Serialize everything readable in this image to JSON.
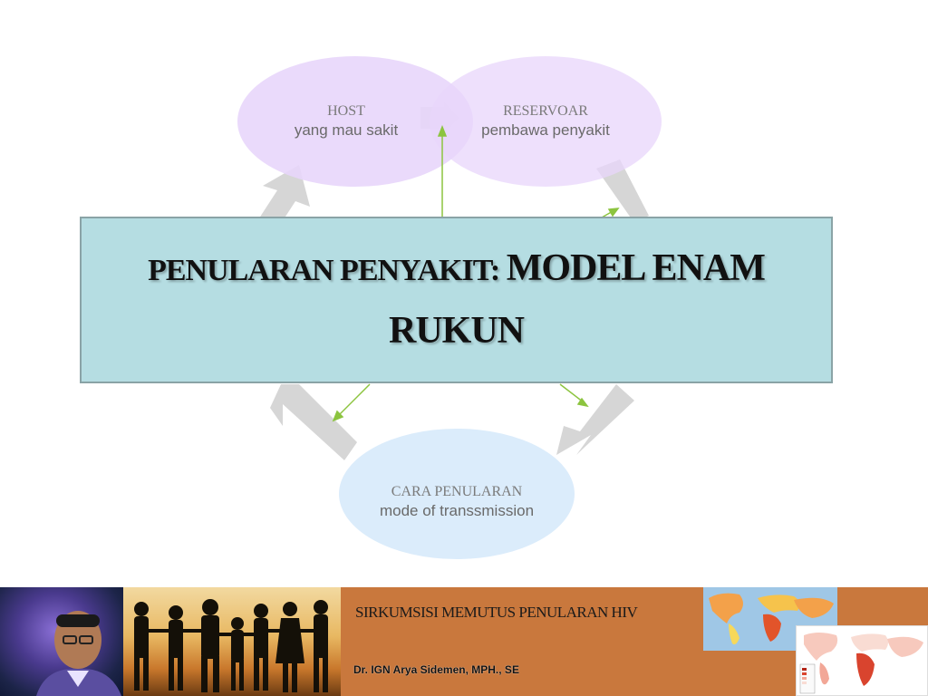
{
  "slide": {
    "nodes": {
      "host": {
        "key": "HOST",
        "value": "yang mau sakit"
      },
      "reservoar": {
        "key": "RESERVOAR",
        "value": "pembawa penyakit"
      },
      "cara_penularan": {
        "key": "CARA PENULARAN",
        "value": "mode of transsmission"
      }
    },
    "title": {
      "part1": "PENULARAN PENYAKIT: ",
      "part2": "MODEL ENAM RUKUN"
    },
    "colors": {
      "node_purple": "#e8d6fb",
      "node_blue": "#dbecfb",
      "title_box": "#b5dde2",
      "green_arrow": "#8cc43f",
      "grey_arrow": "#d6d6d6",
      "footer": "#c9783d"
    }
  },
  "footer": {
    "title": "SIRKUMSISI MEMUTUS PENULARAN HIV",
    "author": "Dr. IGN Arya Sidemen, MPH., SE"
  }
}
